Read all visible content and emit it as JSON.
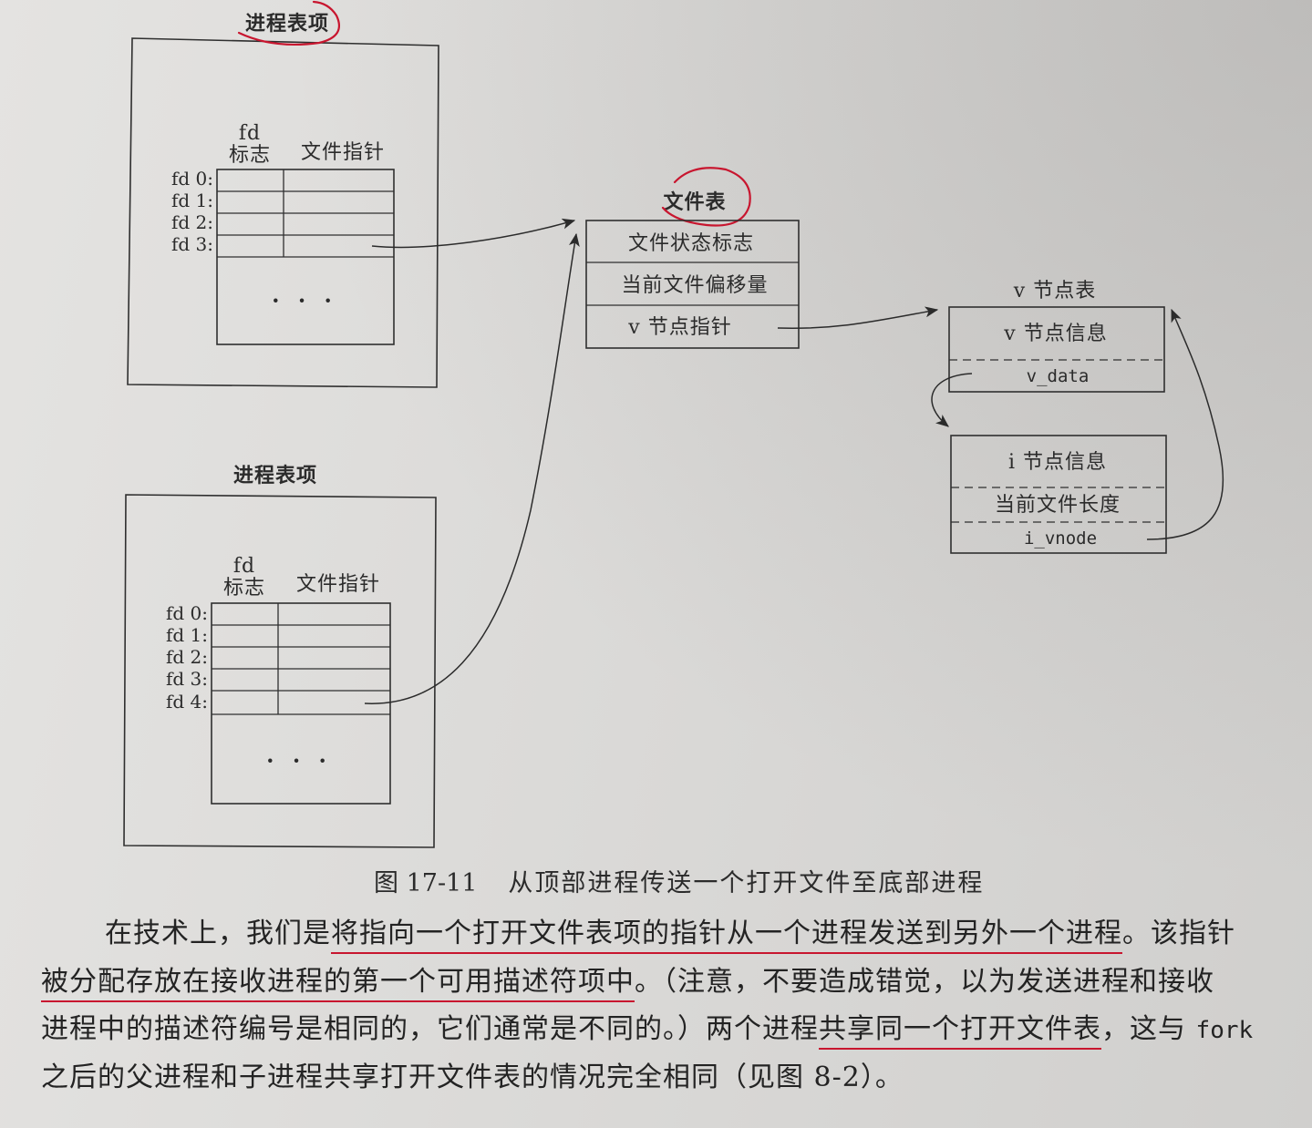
{
  "colors": {
    "paper": "#dcdbd9",
    "ink": "#2b2b2b",
    "annotation_red": "#c8162f"
  },
  "figure": {
    "top_process": {
      "title": "进程表项",
      "fd_header": "fd",
      "flag_header": "标志",
      "pointer_header": "文件指针",
      "rows": [
        "fd 0:",
        "fd 1:",
        "fd 2:",
        "fd 3:"
      ],
      "ellipsis": "· · ·"
    },
    "bottom_process": {
      "title": "进程表项",
      "fd_header": "fd",
      "flag_header": "标志",
      "pointer_header": "文件指针",
      "rows": [
        "fd 0:",
        "fd 1:",
        "fd 2:",
        "fd 3:",
        "fd 4:"
      ],
      "ellipsis": "· · ·"
    },
    "file_table": {
      "title": "文件表",
      "rows": [
        "文件状态标志",
        "当前文件偏移量",
        "v 节点指针"
      ]
    },
    "vnode_table": {
      "title": "v 节点表",
      "vnode_info": "v 节点信息",
      "v_data": "v_data",
      "inode_info": "i 节点信息",
      "file_size": "当前文件长度",
      "i_vnode": "i_vnode"
    },
    "caption": {
      "label": "图 17-11",
      "text": "从顶部进程传送一个打开文件至底部进程"
    }
  },
  "body_text": {
    "line1": [
      "在技术上，我们是",
      "将指向一个打开文件表项的指针从一个进程发送到另外一个进程",
      "。该指针"
    ],
    "line2": [
      "被分配存放在接收进程的第一个可用描述符项中",
      "。（注意，不要造成错觉，以为发送进程和接收"
    ],
    "line3": [
      "进程中的描述符编号是相同的，它们通常是不同的。）两个进程",
      "共享同一个打开文件表",
      "，这与 ",
      "fork"
    ],
    "line4": [
      "之后的父进程和子进程共享打开文件表的情况完全相同（见图 8-2）。"
    ]
  }
}
